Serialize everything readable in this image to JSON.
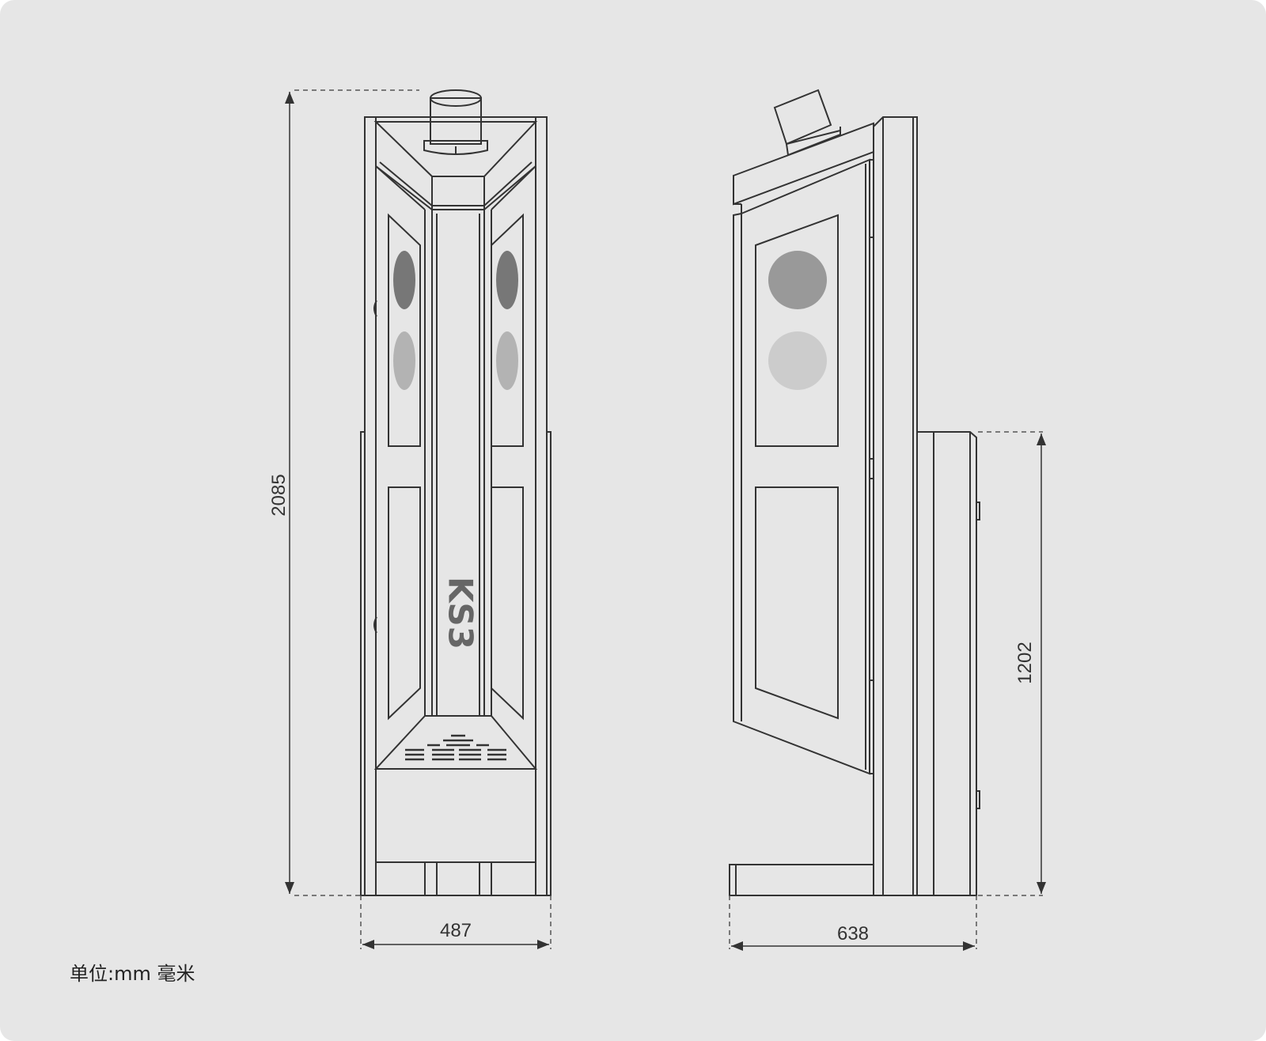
{
  "colors": {
    "background": "#e6e6e6",
    "stroke": "#333333",
    "dash": "#555555",
    "logo": "#666666",
    "circle_dark": "#777777",
    "circle_light": "#b3b3b3",
    "side_circle_dark": "#999999",
    "side_circle_light": "#cccccc"
  },
  "dimensions": {
    "front_height": "2085",
    "front_width": "487",
    "side_depth": "638",
    "side_base_height": "1202"
  },
  "logo": "KS3",
  "unit_label": "单位:mm 毫米"
}
